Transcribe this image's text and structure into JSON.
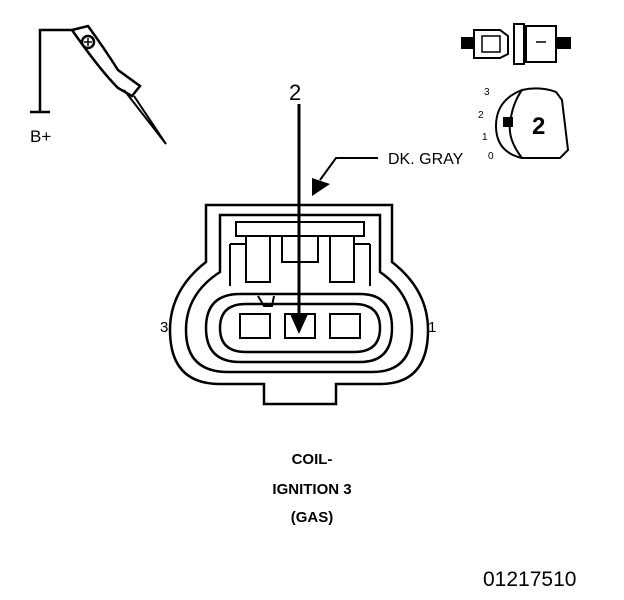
{
  "probe": {
    "label": "B+"
  },
  "pin_number": "2",
  "wire": {
    "color_label": "DK. GRAY"
  },
  "connector": {
    "left_pin_label": "3",
    "right_pin_label": "1"
  },
  "selector": {
    "scale_labels": [
      "3",
      "2",
      "1",
      "0"
    ],
    "selected_value": "2"
  },
  "caption": {
    "line1": "COIL-",
    "line2": "IGNITION 3",
    "line3": "(GAS)"
  },
  "figure_id": "01217510"
}
